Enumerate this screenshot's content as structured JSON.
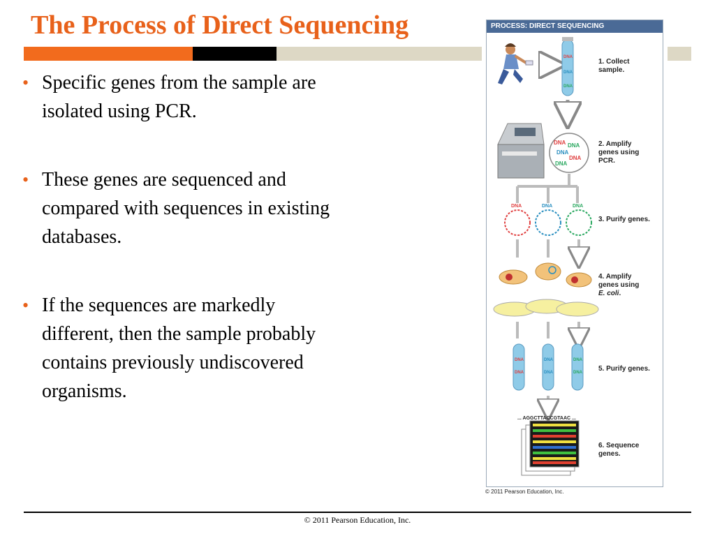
{
  "slide": {
    "title": "The Process of Direct Sequencing",
    "bullets": [
      "Specific genes from the sample are isolated using PCR.",
      "These genes are sequenced and compared with sequences in existing databases.",
      "If the sequences are markedly different, then the sample probably contains previously undiscovered organisms."
    ],
    "footer": "© 2011 Pearson Education, Inc."
  },
  "figure": {
    "header": "PROCESS: DIRECT SEQUENCING",
    "dna_label": "DNA",
    "steps": [
      {
        "line1": "1. Collect",
        "line2": "sample."
      },
      {
        "line1": "2. Amplify",
        "line2": "genes using",
        "line3": "PCR."
      },
      {
        "line1": "3. Purify genes."
      },
      {
        "line1": "4. Amplify",
        "line2": "genes using",
        "line3": "E. coli",
        "line3_suffix": "."
      },
      {
        "line1": "5. Purify genes."
      },
      {
        "line1": "6. Sequence",
        "line2": "genes."
      }
    ],
    "sequence_text": "... AGGCTTACCGTAAC ...",
    "credit": "© 2011 Pearson Education, Inc."
  },
  "colors": {
    "title": "#e8611a",
    "bar_orange": "#f26b1d",
    "bar_tan": "#ddd8c5",
    "figure_header": "#4a6a96",
    "dna_red": "#e04040",
    "dna_blue": "#2a8fc0",
    "dna_green": "#2aa860"
  }
}
